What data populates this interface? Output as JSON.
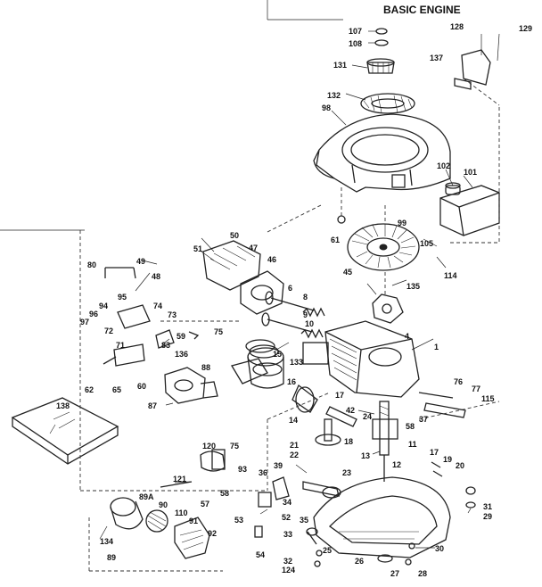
{
  "title": "BASIC ENGINE",
  "callouts": [
    "107",
    "108",
    "128",
    "129",
    "131",
    "137",
    "132",
    "98",
    "102",
    "101",
    "61",
    "99",
    "105",
    "114",
    "50",
    "51",
    "47",
    "49",
    "48",
    "46",
    "80",
    "95",
    "96",
    "97",
    "94",
    "74",
    "73",
    "6",
    "8",
    "9",
    "10",
    "45",
    "135",
    "4",
    "1",
    "72",
    "71",
    "59",
    "75",
    "83",
    "62",
    "65",
    "60",
    "136",
    "88",
    "87",
    "15",
    "133",
    "16",
    "76",
    "77",
    "115",
    "42",
    "17",
    "37",
    "58",
    "14",
    "18",
    "21",
    "22",
    "24",
    "11",
    "138",
    "120",
    "75",
    "39",
    "93",
    "36",
    "23",
    "13",
    "12",
    "17",
    "19",
    "20",
    "121",
    "58",
    "57",
    "53",
    "52",
    "34",
    "35",
    "89A",
    "90",
    "110",
    "91",
    "92",
    "31",
    "29",
    "33",
    "32",
    "30",
    "124",
    "26",
    "27",
    "28",
    "54",
    "134",
    "89",
    "25"
  ]
}
